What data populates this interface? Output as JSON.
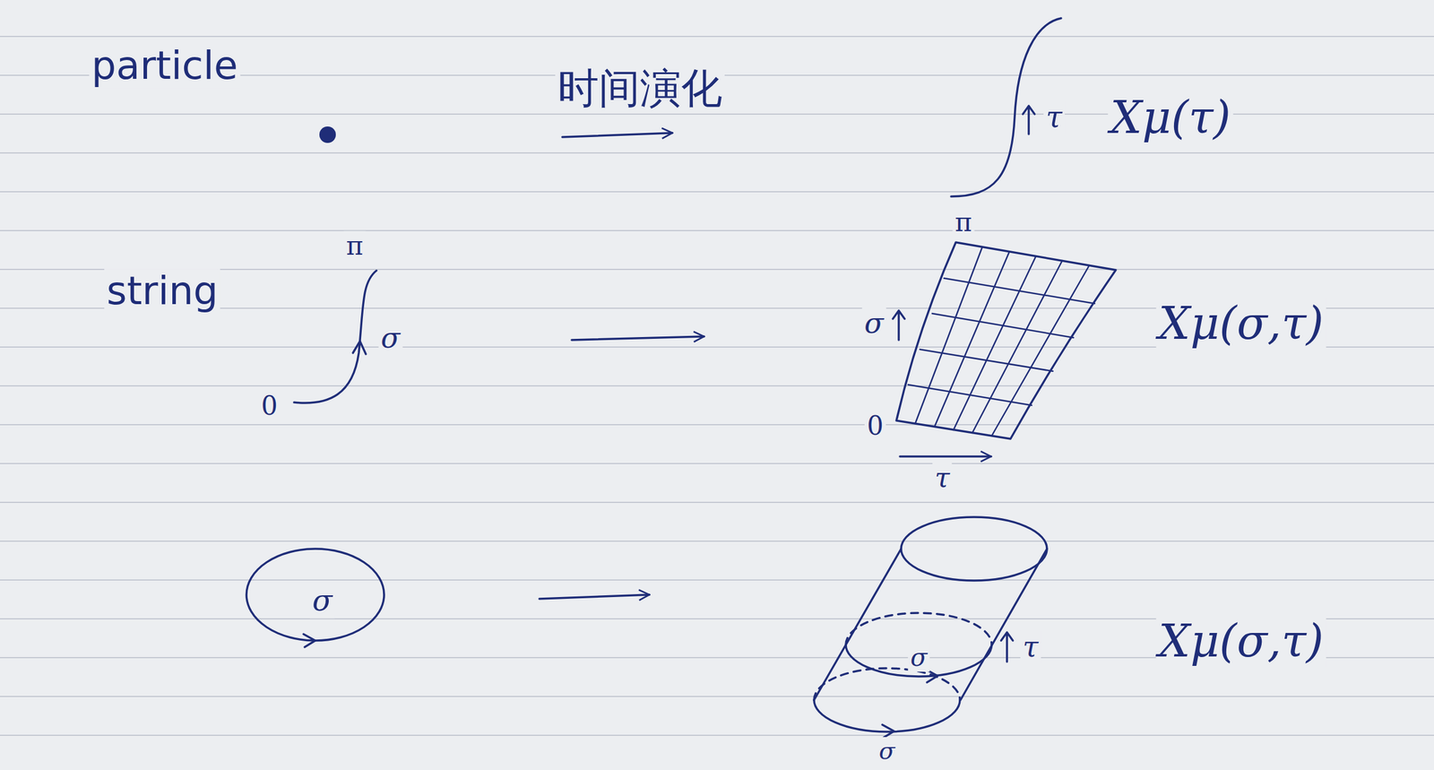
{
  "diagram": {
    "labels": [
      "particle",
      "时间演化",
      "τ",
      "Xμ(τ)",
      "string",
      "π",
      "σ",
      "0",
      "π",
      "σ",
      "0",
      "τ",
      "Xμ(σ,τ)",
      "σ",
      "σ",
      "τ",
      "σ",
      "Xμ(σ,τ)"
    ]
  }
}
